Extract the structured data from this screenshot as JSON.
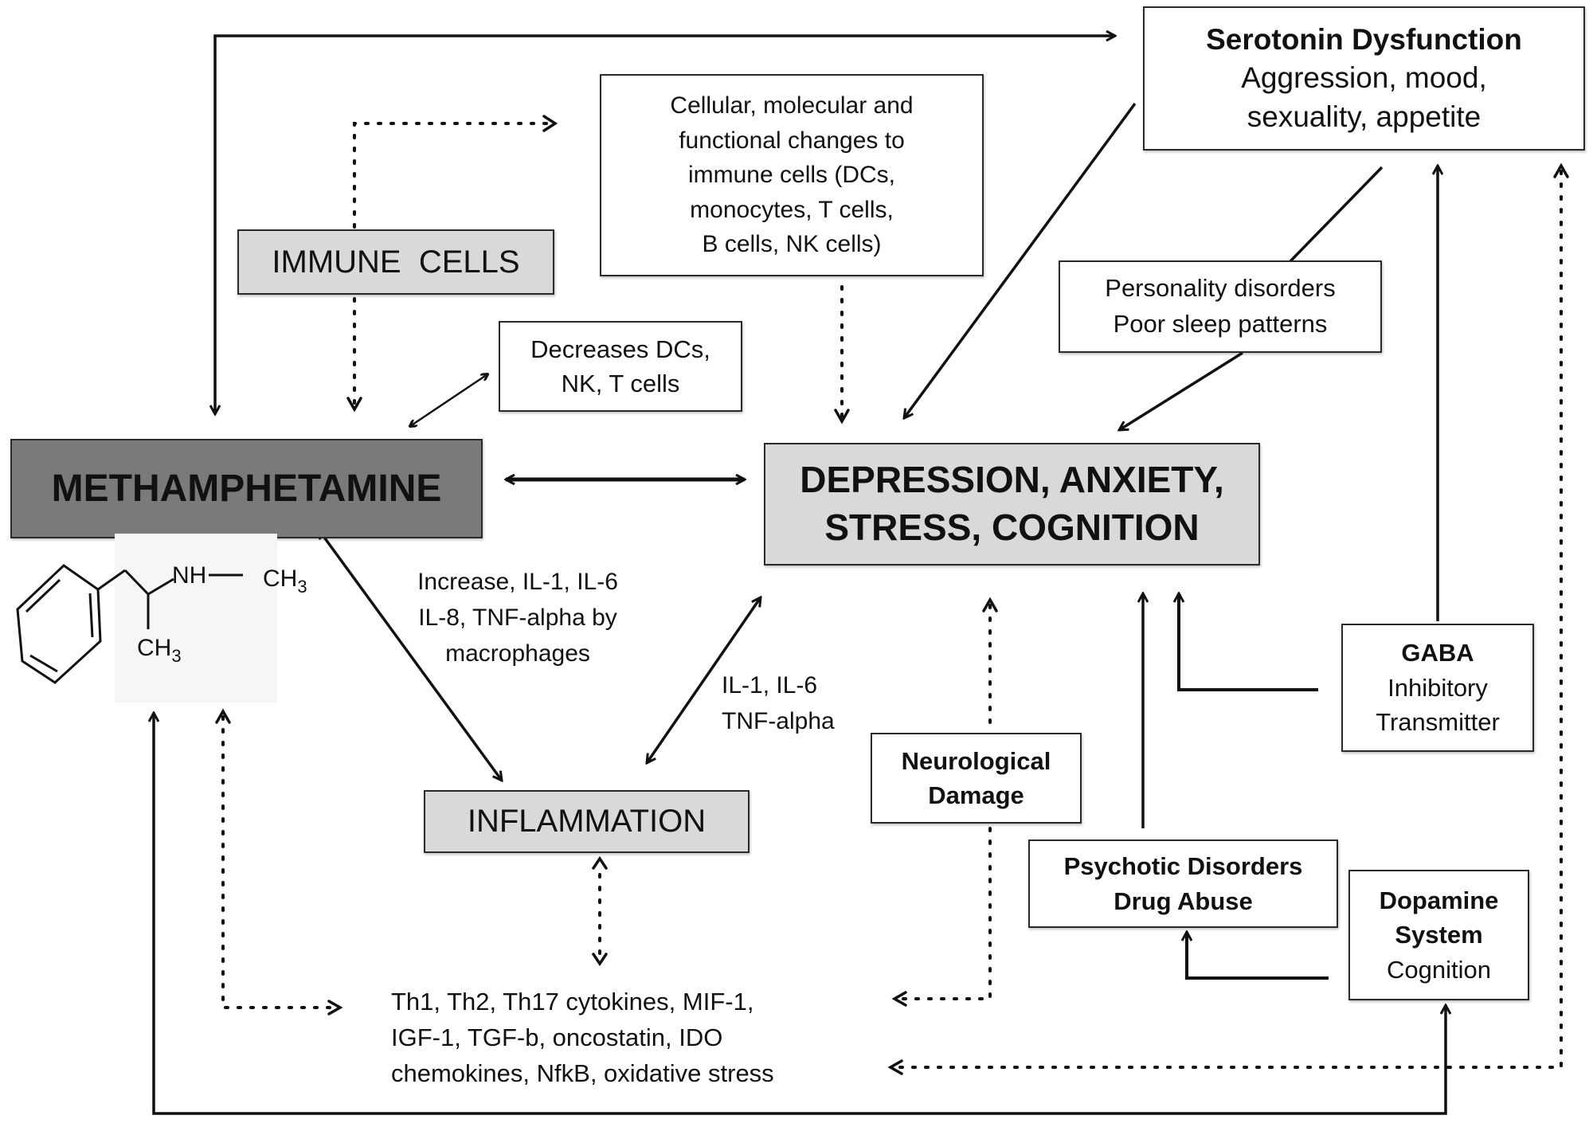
{
  "nodes": {
    "serotonin": {
      "title": "Serotonin Dysfunction",
      "line1": "Aggression, mood,",
      "line2": "sexuality, appetite"
    },
    "cellular_changes": {
      "lines": [
        "Cellular, molecular and",
        "functional changes to",
        "immune cells (DCs,",
        "monocytes, T cells,",
        "B cells, NK cells)"
      ]
    },
    "immune_cells": {
      "label": "IMMUNE  CELLS"
    },
    "decreases": {
      "lines": [
        "Decreases DCs,",
        "NK, T cells"
      ]
    },
    "personality": {
      "lines": [
        "Personality disorders",
        "Poor sleep patterns"
      ]
    },
    "methamphetamine": {
      "label": "METHAMPHETAMINE"
    },
    "depression": {
      "lines": [
        "DEPRESSION, ANXIETY,",
        "STRESS, COGNITION"
      ]
    },
    "inflammation": {
      "label": "INFLAMMATION"
    },
    "neurological": {
      "lines": [
        "Neurological",
        "Damage"
      ]
    },
    "gaba": {
      "title": "GABA",
      "lines": [
        "Inhibitory",
        "Transmitter"
      ]
    },
    "psychotic": {
      "lines": [
        "Psychotic Disorders",
        "Drug Abuse"
      ]
    },
    "dopamine": {
      "title_lines": [
        "Dopamine",
        "System"
      ],
      "sub": "Cognition"
    },
    "cytokines": {
      "lines": [
        "Th1, Th2, Th17 cytokines, MIF-1,",
        "IGF-1, TGF-b, oncostatin, IDO",
        "chemokines, NfkB, oxidative stress"
      ]
    }
  },
  "labels": {
    "macrophages": {
      "lines": [
        "Increase, IL-1, IL-6",
        "IL-8, TNF-alpha by",
        "macrophages"
      ]
    },
    "il_tnf": {
      "lines": [
        "IL-1, IL-6",
        "TNF-alpha"
      ]
    }
  },
  "structure": {
    "nh": "NH",
    "ch3_a": "CH",
    "ch3_a_sub": "3",
    "ch3_b": "CH",
    "ch3_b_sub": "3"
  }
}
